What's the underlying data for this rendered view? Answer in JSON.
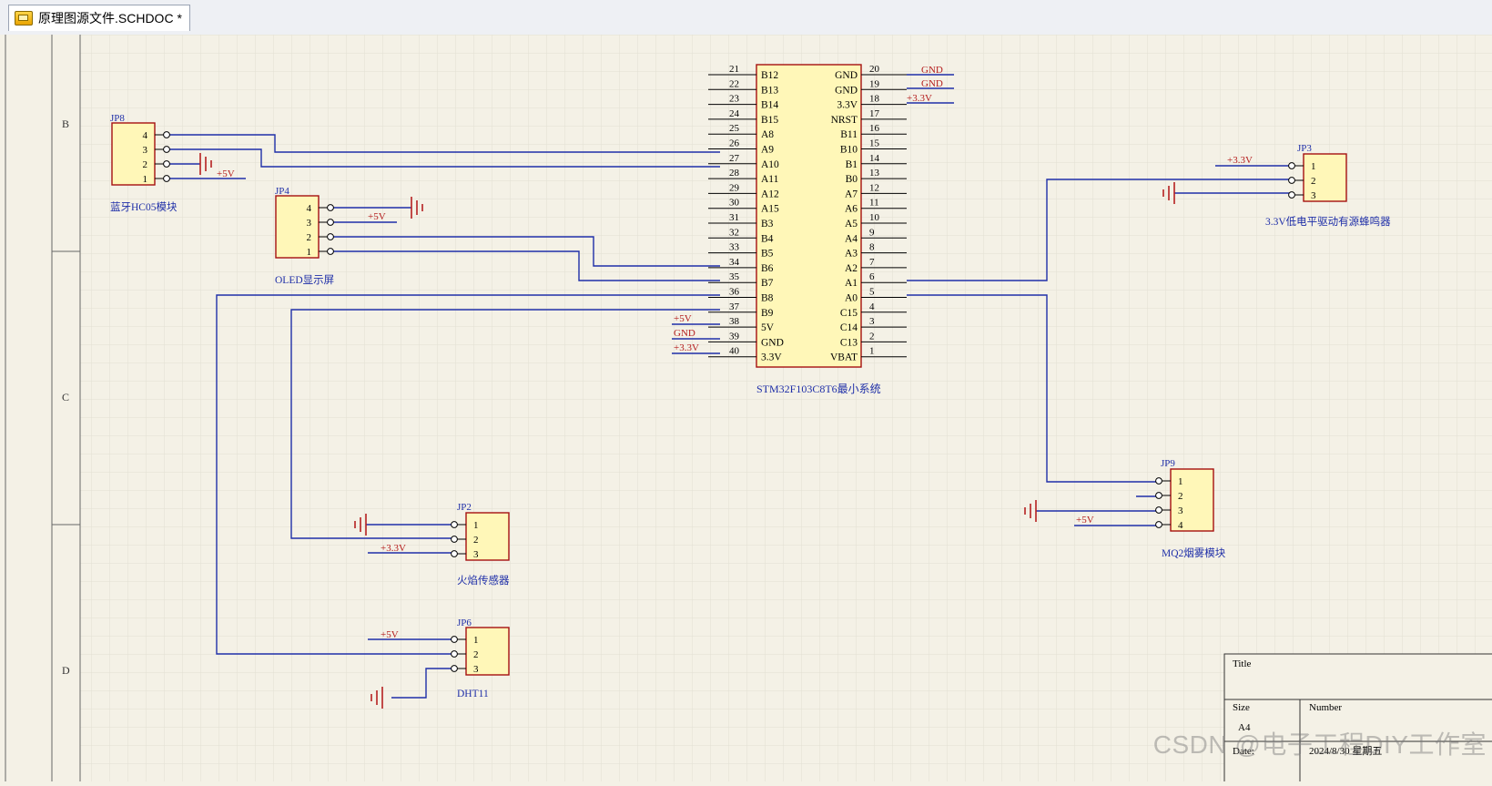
{
  "tab": {
    "label": "原理图源文件.SCHDOC *",
    "icon": "schematic-file-icon"
  },
  "border_zones": [
    "B",
    "C",
    "D"
  ],
  "mcu": {
    "designator_label": "STM32F103C8T6最小系统",
    "left_pins": [
      {
        "num": "21",
        "name": "B12"
      },
      {
        "num": "22",
        "name": "B13"
      },
      {
        "num": "23",
        "name": "B14"
      },
      {
        "num": "24",
        "name": "B15"
      },
      {
        "num": "25",
        "name": "A8"
      },
      {
        "num": "26",
        "name": "A9"
      },
      {
        "num": "27",
        "name": "A10"
      },
      {
        "num": "28",
        "name": "A11"
      },
      {
        "num": "29",
        "name": "A12"
      },
      {
        "num": "30",
        "name": "A15"
      },
      {
        "num": "31",
        "name": "B3"
      },
      {
        "num": "32",
        "name": "B4"
      },
      {
        "num": "33",
        "name": "B5"
      },
      {
        "num": "34",
        "name": "B6"
      },
      {
        "num": "35",
        "name": "B7"
      },
      {
        "num": "36",
        "name": "B8"
      },
      {
        "num": "37",
        "name": "B9"
      },
      {
        "num": "38",
        "name": "5V"
      },
      {
        "num": "39",
        "name": "GND"
      },
      {
        "num": "40",
        "name": "3.3V"
      }
    ],
    "right_pins": [
      {
        "num": "20",
        "name": "GND"
      },
      {
        "num": "19",
        "name": "GND"
      },
      {
        "num": "18",
        "name": "3.3V"
      },
      {
        "num": "17",
        "name": "NRST"
      },
      {
        "num": "16",
        "name": "B11"
      },
      {
        "num": "15",
        "name": "B10"
      },
      {
        "num": "14",
        "name": "B1"
      },
      {
        "num": "13",
        "name": "B0"
      },
      {
        "num": "12",
        "name": "A7"
      },
      {
        "num": "11",
        "name": "A6"
      },
      {
        "num": "10",
        "name": "A5"
      },
      {
        "num": "9",
        "name": "A4"
      },
      {
        "num": "8",
        "name": "A3"
      },
      {
        "num": "7",
        "name": "A2"
      },
      {
        "num": "6",
        "name": "A1"
      },
      {
        "num": "5",
        "name": "A0"
      },
      {
        "num": "4",
        "name": "C15"
      },
      {
        "num": "3",
        "name": "C14"
      },
      {
        "num": "2",
        "name": "C13"
      },
      {
        "num": "1",
        "name": "VBAT"
      }
    ],
    "net_labels_right": [
      {
        "pin": "20",
        "text": "GND"
      },
      {
        "pin": "19",
        "text": "GND"
      },
      {
        "pin": "18",
        "text": "+3.3V"
      }
    ],
    "net_labels_left": [
      {
        "pin": "38",
        "text": "+5V"
      },
      {
        "pin": "39",
        "text": "GND"
      },
      {
        "pin": "40",
        "text": "+3.3V"
      }
    ]
  },
  "connectors": {
    "jp8": {
      "designator": "JP8",
      "pins": [
        "4",
        "3",
        "2",
        "1"
      ],
      "comment": "蓝牙HC05模块",
      "net": "+5V"
    },
    "jp4": {
      "designator": "JP4",
      "pins": [
        "4",
        "3",
        "2",
        "1"
      ],
      "comment": "OLED显示屏",
      "net": "+5V"
    },
    "jp3": {
      "designator": "JP3",
      "pins": [
        "1",
        "2",
        "3"
      ],
      "comment": "3.3V低电平驱动有源蜂鸣器",
      "net": "+3.3V"
    },
    "jp9": {
      "designator": "JP9",
      "pins": [
        "1",
        "2",
        "3",
        "4"
      ],
      "comment": "MQ2烟雾模块",
      "net": "+5V"
    },
    "jp2": {
      "designator": "JP2",
      "pins": [
        "1",
        "2",
        "3"
      ],
      "comment": "火焰传感器",
      "net": "+3.3V"
    },
    "jp6": {
      "designator": "JP6",
      "pins": [
        "1",
        "2",
        "3"
      ],
      "comment": "DHT11",
      "net": "+5V"
    }
  },
  "title_block": {
    "title_label": "Title",
    "size_label": "Size",
    "number_label": "Number",
    "size_value": "A4",
    "date_label": "Date:",
    "date_value": "2024/8/30 星期五"
  },
  "watermark": "CSDN @电子工程DIY工作室",
  "colors": {
    "wire": "#1f2fa8",
    "power": "#b52020",
    "part_fill": "#fff7b8",
    "part_border": "#a51010",
    "pin_text": "#000000"
  }
}
